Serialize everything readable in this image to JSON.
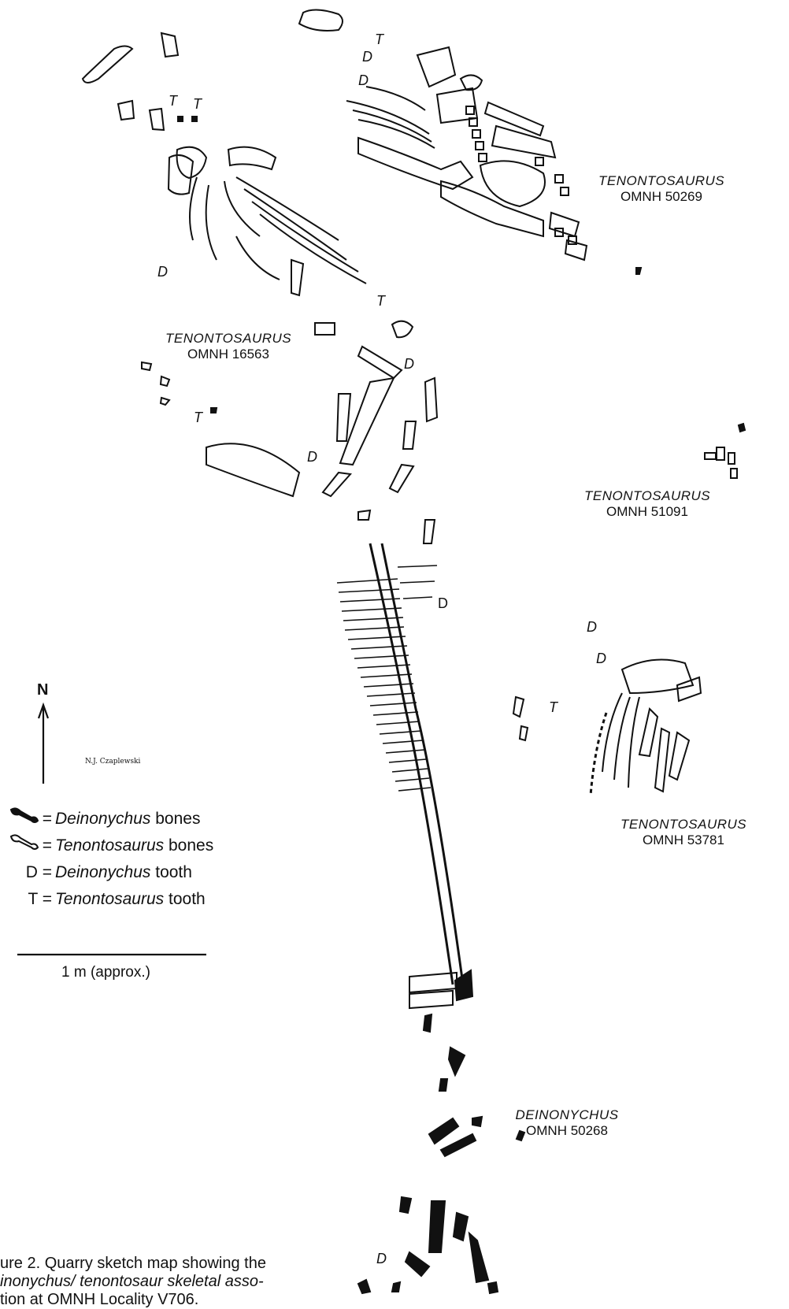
{
  "specimens": [
    {
      "genus": "TENONTOSAURUS",
      "id": "OMNH 50269"
    },
    {
      "genus": "TENONTOSAURUS",
      "id": "OMNH 16563"
    },
    {
      "genus": "TENONTOSAURUS",
      "id": "OMNH 51091"
    },
    {
      "genus": "TENONTOSAURUS",
      "id": "OMNH 53781"
    },
    {
      "genus": "DEINONYCHUS",
      "id": "OMNH 50268"
    }
  ],
  "tooth_markers": {
    "deinonychus": "D",
    "tenontosaurus": "T"
  },
  "north_label": "N",
  "signature": "N.J. Czaplewski",
  "legend": [
    {
      "symbol": "=",
      "name": "Deinonychus",
      "text": " bones"
    },
    {
      "symbol": "=",
      "name": "Tenontosaurus",
      "text": " bones"
    },
    {
      "symbol": "D  =",
      "name": "Deinonychus",
      "text": " tooth"
    },
    {
      "symbol": "T  =",
      "name": "Tenontosaurus",
      "text": " tooth"
    }
  ],
  "scale_label": "1 m (approx.)",
  "caption": [
    "ure 2. Quarry sketch map showing the",
    "inonychus/ tenontosaur skeletal asso-",
    "tion at OMNH Locality V706."
  ],
  "colors": {
    "ink": "#111111",
    "paper": "#ffffff"
  }
}
